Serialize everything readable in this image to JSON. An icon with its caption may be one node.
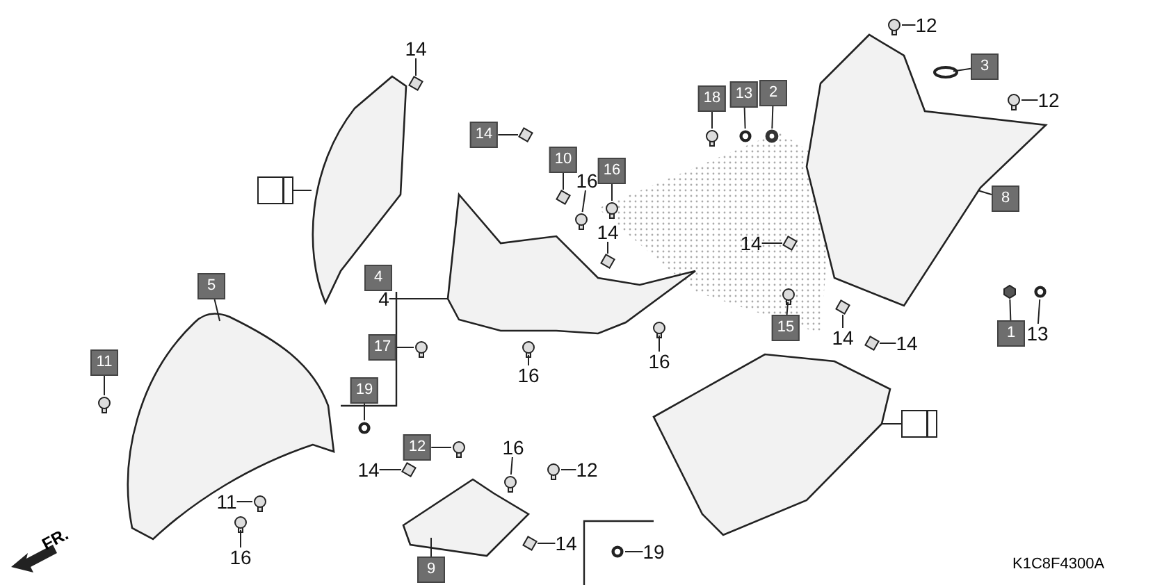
{
  "diagram": {
    "nodes": [
      {
        "text": [
          "14"
        ]
      },
      {
        "text": [
          "12"
        ]
      },
      {
        "text": [
          "3"
        ]
      },
      {
        "text": [
          "18"
        ]
      },
      {
        "text": [
          "13"
        ]
      },
      {
        "text": [
          "2"
        ]
      },
      {
        "text": [
          "12"
        ]
      },
      {
        "text": [
          "14"
        ]
      },
      {
        "text": [
          "10"
        ]
      },
      {
        "text": [
          "16"
        ]
      },
      {
        "text": [
          "16"
        ]
      },
      {
        "text": [],
        "shape": "box"
      },
      {
        "text": [
          "8"
        ]
      },
      {
        "text": [
          "14"
        ]
      },
      {
        "text": [
          "14"
        ]
      },
      {
        "text": [
          "5"
        ]
      },
      {
        "text": [
          "4"
        ]
      },
      {
        "text": [
          "4"
        ]
      },
      {
        "text": [
          "17"
        ]
      },
      {
        "text": [
          "15"
        ]
      },
      {
        "text": [
          "1"
        ]
      },
      {
        "text": [
          "13"
        ]
      },
      {
        "text": [
          "14"
        ]
      },
      {
        "text": [
          "14"
        ]
      },
      {
        "text": [
          "16"
        ]
      },
      {
        "text": [
          "16"
        ]
      },
      {
        "text": [
          "11"
        ]
      },
      {
        "text": [
          "19"
        ]
      },
      {
        "text": [
          "12"
        ]
      },
      {
        "text": [],
        "shape": "box"
      },
      {
        "text": [
          "16"
        ]
      },
      {
        "text": [
          "12"
        ]
      },
      {
        "text": [
          "14"
        ]
      },
      {
        "text": [
          "11"
        ]
      },
      {
        "text": [
          "16"
        ]
      },
      {
        "text": [
          "14"
        ]
      },
      {
        "text": [
          "19"
        ]
      },
      {
        "text": [
          "9"
        ]
      },
      {
        "text": [],
        "shape": "picture"
      },
      {
        "text": [],
        "shape": "picture"
      },
      {
        "text": [],
        "shape": "picture"
      },
      {
        "text": [],
        "shape": "picture"
      },
      {
        "text": [],
        "shape": "picture"
      },
      {
        "text": [],
        "shape": "picture"
      },
      {
        "text": [],
        "shape": "box"
      },
      {
        "text": [],
        "shape": "circle"
      },
      {
        "text": [],
        "shape": "circle"
      },
      {
        "text": [],
        "shape": "circle"
      },
      {
        "text": [],
        "shape": "circle"
      },
      {
        "text": [],
        "shape": "circle"
      },
      {
        "text": [],
        "shape": "circle"
      },
      {
        "text": [],
        "shape": "box"
      },
      {
        "text": [],
        "shape": "box"
      },
      {
        "text": [],
        "shape": "circle"
      },
      {
        "text": [],
        "shape": "circle"
      },
      {
        "text": [],
        "shape": "box"
      },
      {
        "text": [],
        "shape": "box"
      },
      {
        "text": [],
        "shape": "circle"
      },
      {
        "text": [],
        "shape": "circle"
      },
      {
        "text": [],
        "shape": "circle"
      },
      {
        "text": [],
        "shape": "circle"
      },
      {
        "text": [],
        "shape": "box"
      },
      {
        "text": [],
        "shape": "box"
      },
      {
        "text": [],
        "shape": "circle"
      },
      {
        "text": [],
        "shape": "circle"
      },
      {
        "text": [],
        "shape": "circle"
      },
      {
        "text": [],
        "shape": "circle"
      },
      {
        "text": [],
        "shape": "circle"
      },
      {
        "text": [],
        "shape": "circle"
      },
      {
        "text": [],
        "shape": "circle"
      },
      {
        "text": [],
        "shape": "box"
      },
      {
        "text": [],
        "shape": "circle"
      },
      {
        "text": [],
        "shape": "circle"
      },
      {
        "text": [],
        "shape": "box"
      },
      {
        "text": [],
        "shape": "circle"
      }
    ],
    "edges": [
      {
        "from": 0,
        "to": 44,
        "arrow": "none"
      },
      {
        "from": 1,
        "to": 45,
        "arrow": "none"
      },
      {
        "from": 2,
        "to": 46,
        "arrow": "none"
      },
      {
        "from": 3,
        "to": 47,
        "arrow": "none"
      },
      {
        "from": 4,
        "to": 48,
        "arrow": "none"
      },
      {
        "from": 5,
        "to": 49,
        "arrow": "none"
      },
      {
        "from": 6,
        "to": 50,
        "arrow": "none"
      },
      {
        "from": 7,
        "to": 51,
        "arrow": "none"
      },
      {
        "from": 8,
        "to": 52,
        "arrow": "none"
      },
      {
        "from": 9,
        "to": 53,
        "arrow": "none"
      },
      {
        "from": 10,
        "to": 54,
        "arrow": "none"
      },
      {
        "from": 11,
        "to": 38,
        "arrow": "none"
      },
      {
        "from": 12,
        "to": 39,
        "arrow": "none"
      },
      {
        "from": 13,
        "to": 55,
        "arrow": "none"
      },
      {
        "from": 14,
        "to": 56,
        "arrow": "none"
      },
      {
        "from": 15,
        "to": 40,
        "arrow": "none"
      },
      {
        "from": 17,
        "to": 41,
        "arrow": "none"
      },
      {
        "from": 18,
        "to": 57,
        "arrow": "none"
      },
      {
        "from": 19,
        "to": 58,
        "arrow": "none"
      },
      {
        "from": 20,
        "to": 59,
        "arrow": "none"
      },
      {
        "from": 21,
        "to": 60,
        "arrow": "none"
      },
      {
        "from": 22,
        "to": 61,
        "arrow": "none"
      },
      {
        "from": 23,
        "to": 62,
        "arrow": "none"
      },
      {
        "from": 24,
        "to": 63,
        "arrow": "none"
      },
      {
        "from": 25,
        "to": 64,
        "arrow": "none"
      },
      {
        "from": 26,
        "to": 65,
        "arrow": "none"
      },
      {
        "from": 27,
        "to": 66,
        "arrow": "none"
      },
      {
        "from": 28,
        "to": 67,
        "arrow": "none"
      },
      {
        "from": 29,
        "to": 42,
        "arrow": "none"
      },
      {
        "from": 30,
        "to": 68,
        "arrow": "none"
      },
      {
        "from": 31,
        "to": 69,
        "arrow": "none"
      },
      {
        "from": 32,
        "to": 70,
        "arrow": "none"
      },
      {
        "from": 33,
        "to": 71,
        "arrow": "none"
      },
      {
        "from": 34,
        "to": 72,
        "arrow": "none"
      },
      {
        "from": 35,
        "to": 73,
        "arrow": "none"
      },
      {
        "from": 36,
        "to": 74,
        "arrow": "none"
      },
      {
        "from": 37,
        "to": 43,
        "arrow": "none"
      }
    ],
    "labels": [
      "FR.",
      "K1C8F4300A"
    ]
  }
}
